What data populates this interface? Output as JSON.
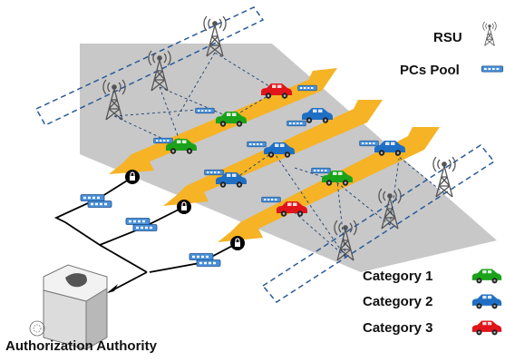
{
  "legend": {
    "rsu_label": "RSU",
    "pcs_pool_label": "PCs Pool",
    "categories": [
      {
        "label": "Category 1",
        "color": "#1aa31a"
      },
      {
        "label": "Category 2",
        "color": "#1f6fc4"
      },
      {
        "label": "Category 3",
        "color": "#e0141a"
      }
    ]
  },
  "authority": {
    "label": "Authorization Authority"
  },
  "colors": {
    "road_area": "#c8c8c8",
    "lane_arrow": "#f5b325",
    "dashed_region": "#2a5a9a",
    "pcs_pool": "#4a90d9",
    "wire": "#000000"
  },
  "vehicles": [
    {
      "category": 3
    },
    {
      "category": 1
    },
    {
      "category": 1
    },
    {
      "category": 2
    },
    {
      "category": 2
    },
    {
      "category": 2
    },
    {
      "category": 1
    },
    {
      "category": 3
    },
    {
      "category": 2
    }
  ]
}
